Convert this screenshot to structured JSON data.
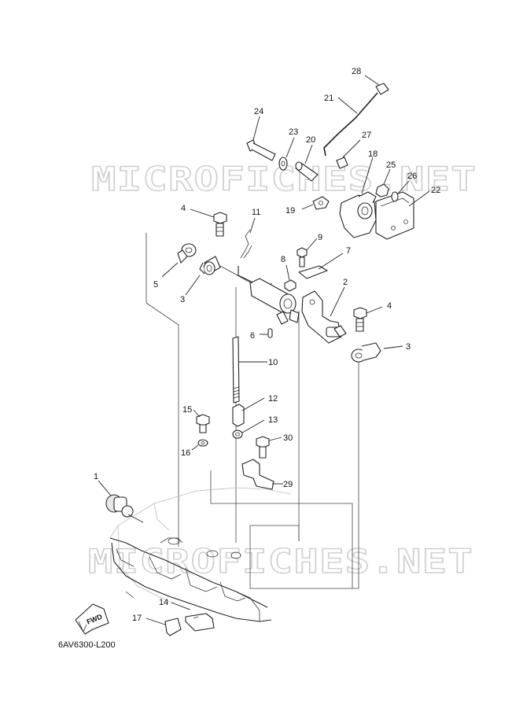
{
  "watermarks": [
    "MICROFICHES.NET",
    "MICROFICHES.NET"
  ],
  "drawing_code": "6AV6300-L200",
  "fwd_label": "FWD",
  "callouts": {
    "c1": "1",
    "c2": "2",
    "c3a": "3",
    "c3b": "3",
    "c4a": "4",
    "c4b": "4",
    "c5": "5",
    "c6": "6",
    "c7": "7",
    "c8": "8",
    "c9": "9",
    "c10": "10",
    "c11": "11",
    "c12": "12",
    "c13": "13",
    "c14": "14",
    "c15": "15",
    "c16": "16",
    "c17": "17",
    "c18": "18",
    "c19": "19",
    "c20": "20",
    "c21": "21",
    "c22": "22",
    "c23": "23",
    "c24": "24",
    "c25": "25",
    "c26": "26",
    "c27": "27",
    "c28": "28",
    "c29": "29",
    "c30": "30"
  }
}
